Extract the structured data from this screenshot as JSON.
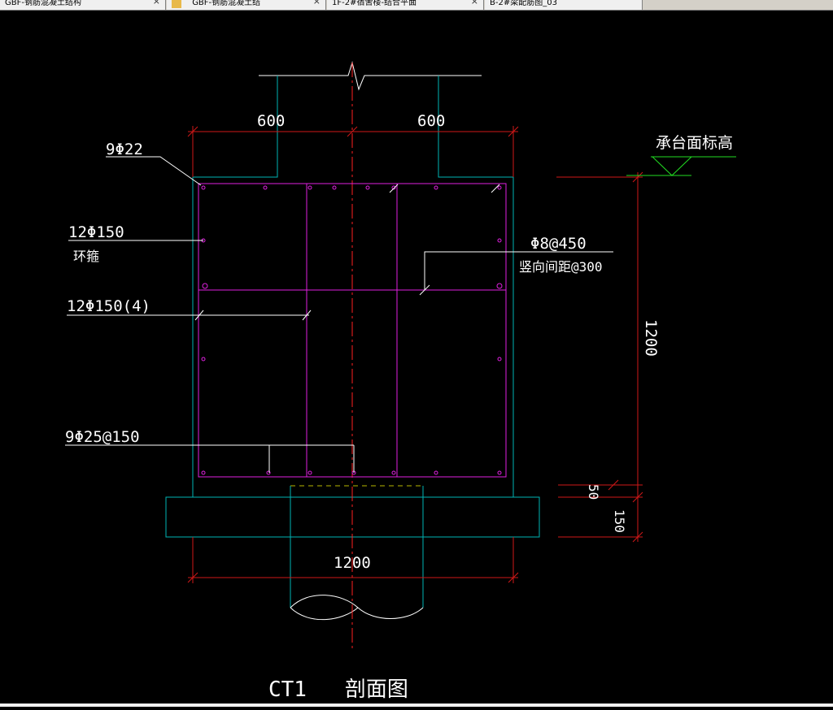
{
  "tabs": [
    {
      "label": "GBF-钢筋混凝土结构",
      "close": "×"
    },
    {
      "label": "GBF-钢筋混凝土结",
      "close": "×"
    },
    {
      "label": "1F-2#宿舍楼-结合平面",
      "close": "×"
    },
    {
      "label": "B-2#梁配筋图_03",
      "close": ""
    }
  ],
  "drawing": {
    "title": "CT1   剖面图",
    "dim_top_left": "600",
    "dim_top_right": "600",
    "dim_bottom": "1200",
    "dim_right_height": "1200",
    "dim_right_50": "50",
    "dim_right_150": "150",
    "elevation_label": "承台面标高",
    "label_top_bar": "9Φ22",
    "label_ring_main": "12Φ150",
    "label_ring_sub": "环箍",
    "label_stirrup": "12Φ150(4)",
    "label_tie_main": "Φ8@450",
    "label_tie_sub": "竖向间距@300",
    "label_bottom_bar": "9Φ25@150"
  },
  "colors": {
    "background": "#000000",
    "concrete": "#00b3b3",
    "rebar": "#e020e0",
    "dimension": "#d01818",
    "centerline": "#ff2020",
    "text": "#ffffff",
    "elevation": "#22dd22",
    "pile_top": "#b8b800"
  }
}
